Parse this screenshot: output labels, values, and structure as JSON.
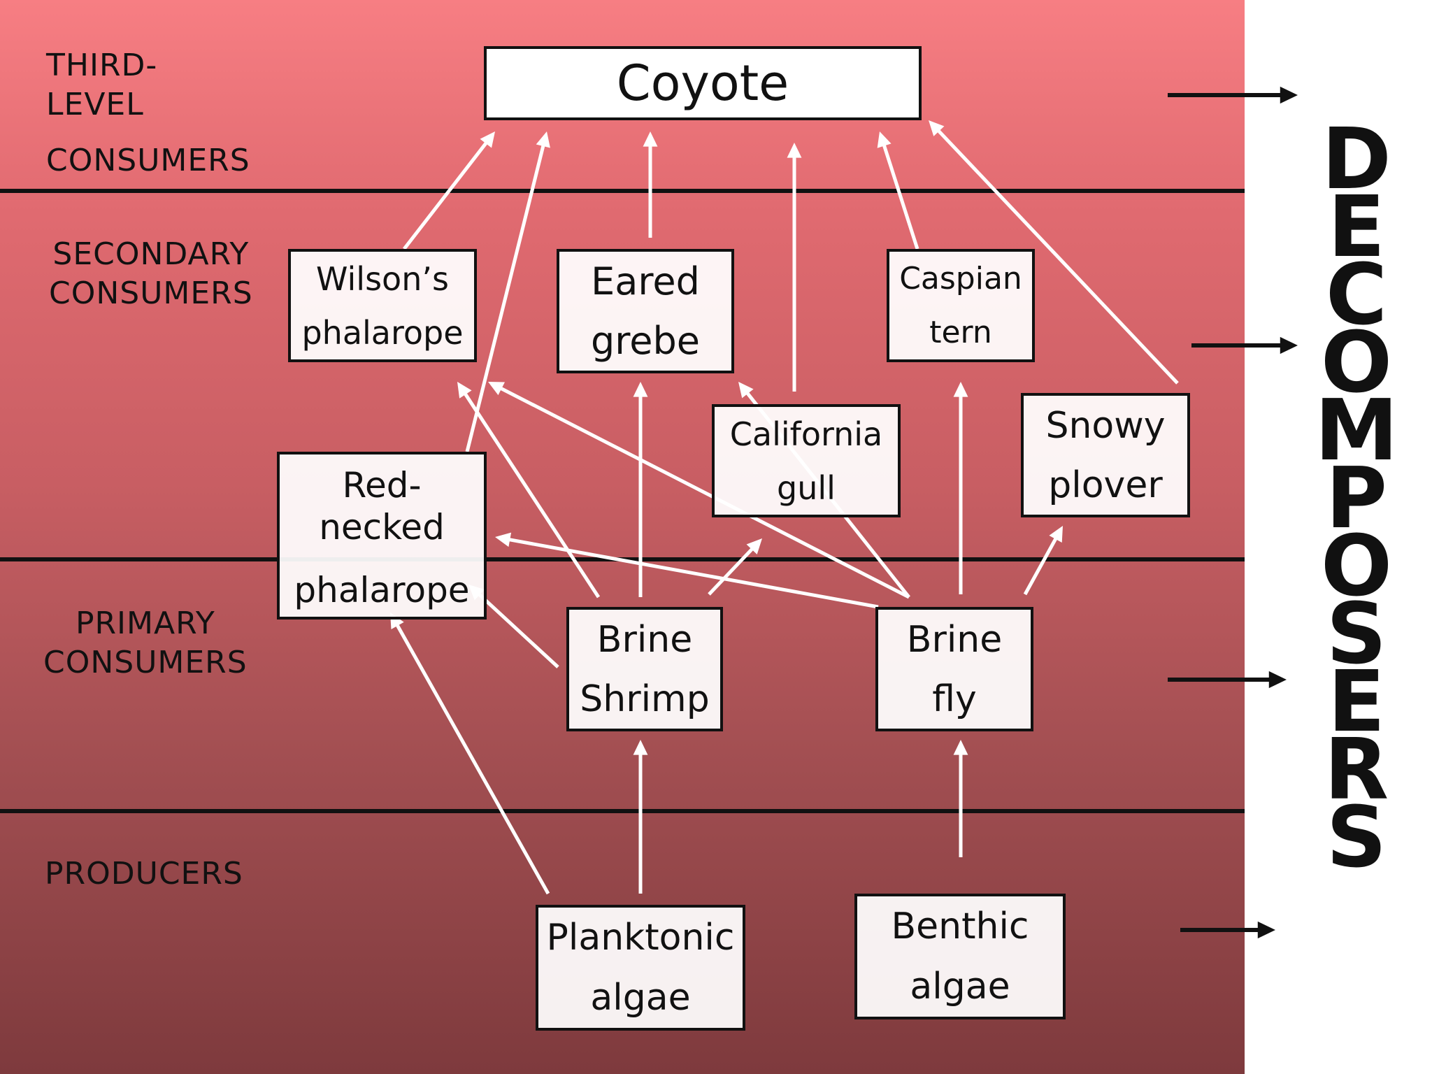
{
  "levels": {
    "third": [
      "THIRD-",
      "LEVEL",
      "CONSUMERS"
    ],
    "secondary": [
      "SECONDARY",
      "CONSUMERS"
    ],
    "primary": [
      "PRIMARY",
      "CONSUMERS"
    ],
    "producers": "PRODUCERS"
  },
  "nodes": {
    "coyote": [
      "Coyote"
    ],
    "wilsons": [
      "Wilson’s",
      "phalarope"
    ],
    "eared": [
      "Eared",
      "grebe"
    ],
    "caspian": [
      "Caspian",
      "tern"
    ],
    "california": [
      "California",
      "gull"
    ],
    "snowy": [
      "Snowy",
      "plover"
    ],
    "rednecked": [
      "Red-",
      "necked",
      "phalarope"
    ],
    "shrimp": [
      "Brine",
      "Shrimp"
    ],
    "fly": [
      "Brine",
      "fly"
    ],
    "planktonic": [
      "Planktonic",
      "algae"
    ],
    "benthic": [
      "Benthic",
      "algae"
    ]
  },
  "decomposers": "DECOMPOSERS",
  "colors": {
    "arrow": "#ffffff",
    "decomposer_arrow": "#111111",
    "box_border": "#111111"
  }
}
